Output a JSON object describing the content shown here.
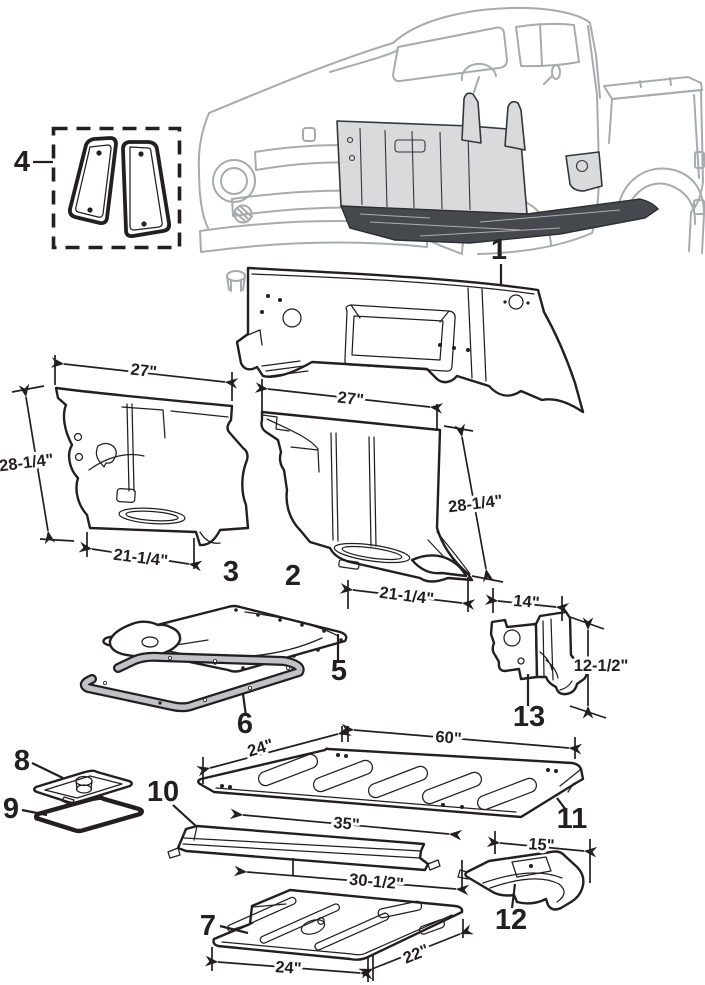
{
  "diagram": {
    "type": "exploded-parts-diagram",
    "subject": "pickup-truck-cab-floor-panels",
    "background": "#ffffff",
    "ink_color": "#231f20",
    "truck_outline_color": "#a8aaad",
    "highlight_fill_color": "#d9dadb",
    "floor_shade_color": "#45494d",
    "callouts": [
      "1",
      "2",
      "3",
      "4",
      "5",
      "6",
      "7",
      "8",
      "9",
      "10",
      "11",
      "12",
      "13"
    ],
    "dimensions": {
      "panel3_width_top": "27\"",
      "panel3_height_side": "28-1/4\"",
      "panel3_width_bottom": "21-1/4\"",
      "panel2_width_top": "27\"",
      "panel2_height_side": "28-1/4\"",
      "panel2_width_bottom": "21-1/4\"",
      "support13_width": "14\"",
      "support13_height": "12-1/2\"",
      "floorboard11_length": "60\"",
      "floorboard11_depth": "24\"",
      "sill10_length": "35\"",
      "step12_length": "15\"",
      "pan7_width_top": "30-1/2\"",
      "pan7_depth_side": "22\"",
      "pan7_width_bottom": "24\""
    }
  }
}
